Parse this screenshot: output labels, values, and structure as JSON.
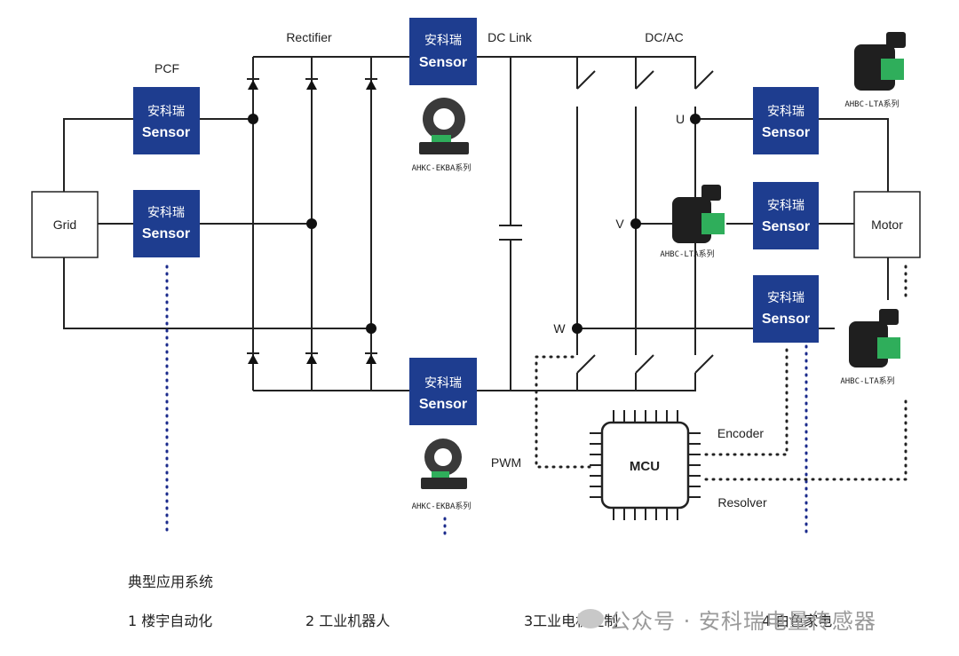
{
  "labels": {
    "pcf": "PCF",
    "rectifier": "Rectifier",
    "dc_link": "DC Link",
    "dcac": "DC/AC",
    "grid": "Grid",
    "motor": "Motor",
    "mcu": "MCU",
    "pwm": "PWM",
    "encoder": "Encoder",
    "resolver": "Resolver",
    "phase_u": "U",
    "phase_v": "V",
    "phase_w": "W"
  },
  "sensor": {
    "brand": "安科瑞",
    "word": "Sensor"
  },
  "products": {
    "ahkc_top": "AHKC-EKBA系列",
    "ahkc_bottom": "AHKC-EKBA系列",
    "ahbc_top": "AHBC-LTA系列",
    "ahbc_mid": "AHBC-LTA系列",
    "ahbc_bottom": "AHBC-LTA系列"
  },
  "footer": {
    "heading": "典型应用系统",
    "item1": "1 楼宇自动化",
    "item2": "2 工业机器人",
    "item3": "3工业电机控制",
    "item4": "4 白色家电"
  },
  "watermark": "公众号 · 安科瑞电量传感器",
  "colors": {
    "sensor": "#1e3d8f",
    "dotted": "#1b2b8c",
    "product_green": "#2fae5b"
  }
}
